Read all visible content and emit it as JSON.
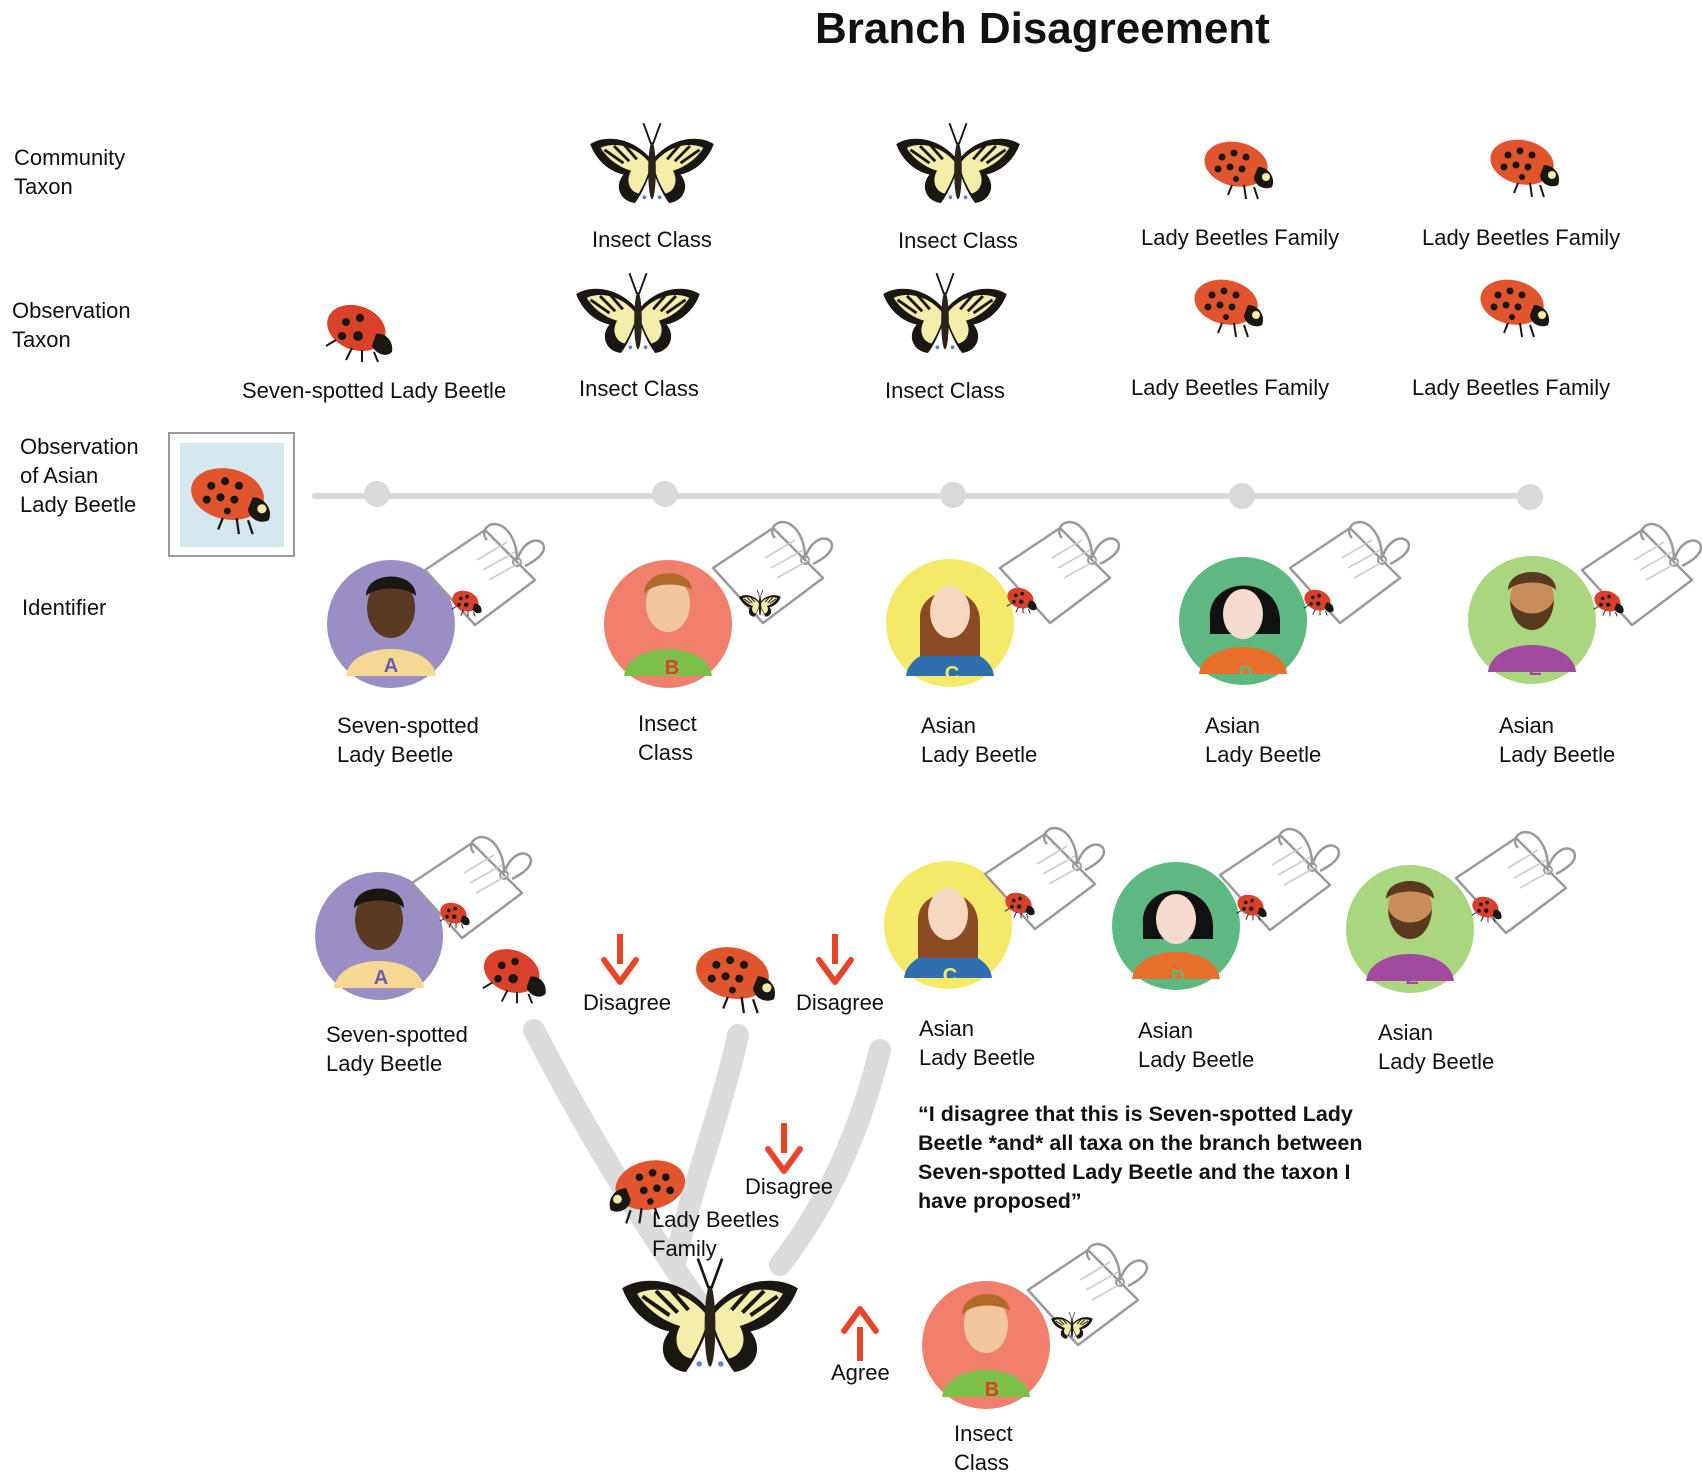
{
  "title": "Branch Disagreement",
  "row_labels": {
    "community_taxon": [
      "Community",
      "Taxon"
    ],
    "observation_taxon": [
      "Observation",
      "Taxon"
    ],
    "observation": [
      "Observation",
      "of Asian",
      "Lady Beetle"
    ],
    "identifier": "Identifier"
  },
  "community_taxa": [
    "Insect Class",
    "Insect Class",
    "Lady Beetles Family",
    "Lady Beetles Family"
  ],
  "observation_taxa": [
    "Seven-spotted Lady Beetle",
    "Insect Class",
    "Insect Class",
    "Lady Beetles Family",
    "Lady Beetles Family"
  ],
  "identifiers": [
    {
      "letter": "A",
      "id_lines": [
        "Seven-spotted",
        "Lady Beetle"
      ],
      "color": "#9b8ec4"
    },
    {
      "letter": "B",
      "id_lines": [
        "Insect",
        "Class"
      ],
      "color": "#f07f6c"
    },
    {
      "letter": "C",
      "id_lines": [
        "Asian",
        "Lady Beetle"
      ],
      "color": "#f5e96a"
    },
    {
      "letter": "D",
      "id_lines": [
        "Asian",
        "Lady Beetle"
      ],
      "color": "#5db882"
    },
    {
      "letter": "E",
      "id_lines": [
        "Asian",
        "Lady Beetle"
      ],
      "color": "#a9d67e"
    }
  ],
  "tree_section": {
    "a_label": [
      "Seven-spotted",
      "Lady Beetle"
    ],
    "c_label": [
      "Asian",
      "Lady Beetle"
    ],
    "d_label": [
      "Asian",
      "Lady Beetle"
    ],
    "e_label": [
      "Asian",
      "Lady Beetle"
    ],
    "b_label": [
      "Insect",
      "Class"
    ],
    "disagree_1": "Disagree",
    "disagree_2": "Disagree",
    "disagree_3": "Disagree",
    "agree": "Agree",
    "family_label": [
      "Lady Beetles",
      "Family"
    ],
    "quote": "“I disagree that this is Seven-spotted Lady Beetle *and* all taxa on the branch between Seven-spotted Lady Beetle and the taxon I have proposed”"
  },
  "colors": {
    "arrow": "#e8442a",
    "timeline": "#d9d9d9",
    "branch": "#dcdcdc",
    "ladybug": "#d9412b",
    "asian_beetle": "#e0552e",
    "butterfly_yellow": "#f3eeaa"
  }
}
